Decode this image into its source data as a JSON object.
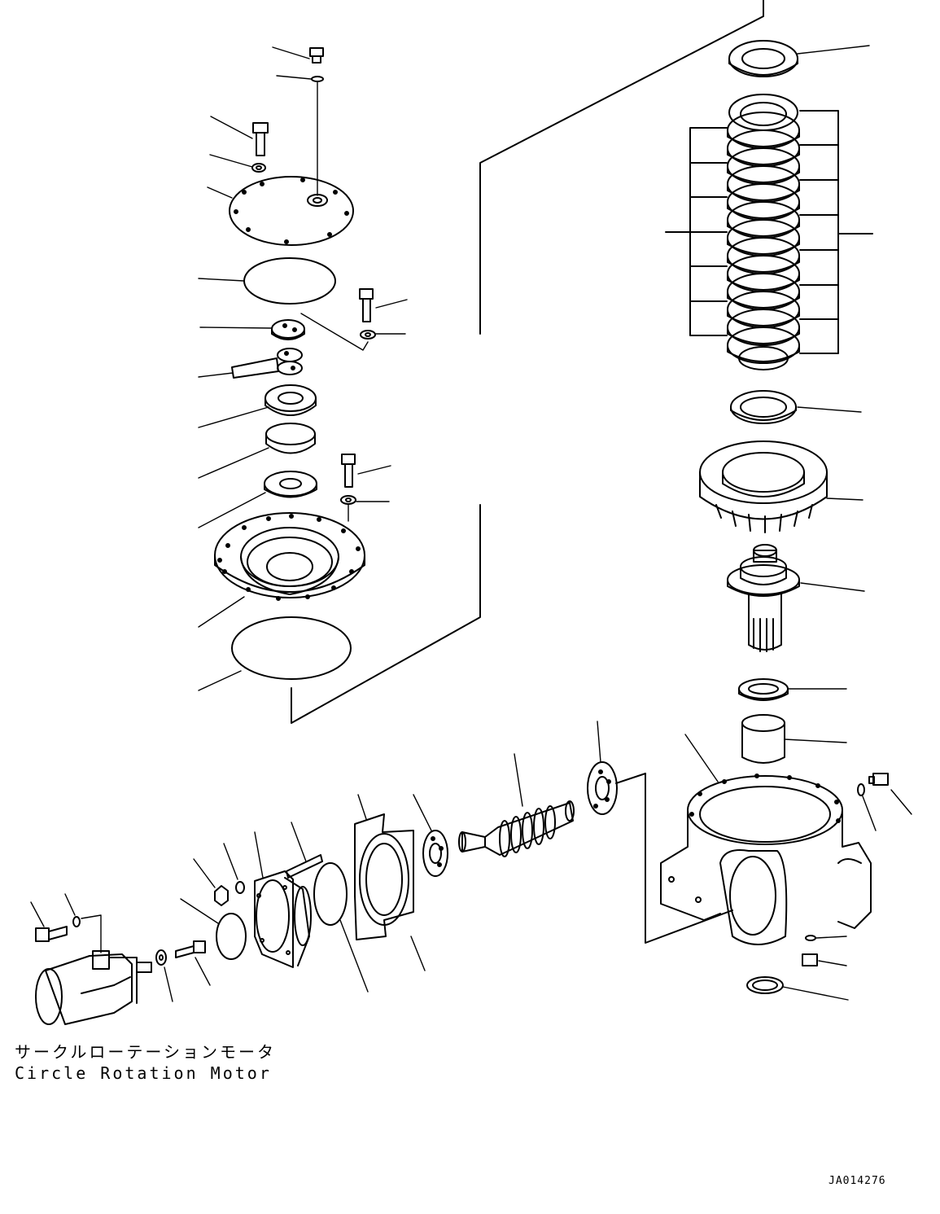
{
  "caption": {
    "japanese": "サークルローテーションモータ",
    "english": "Circle Rotation Motor"
  },
  "drawing_id": "JA014276",
  "colors": {
    "line": "#000000",
    "background": "#ffffff"
  }
}
